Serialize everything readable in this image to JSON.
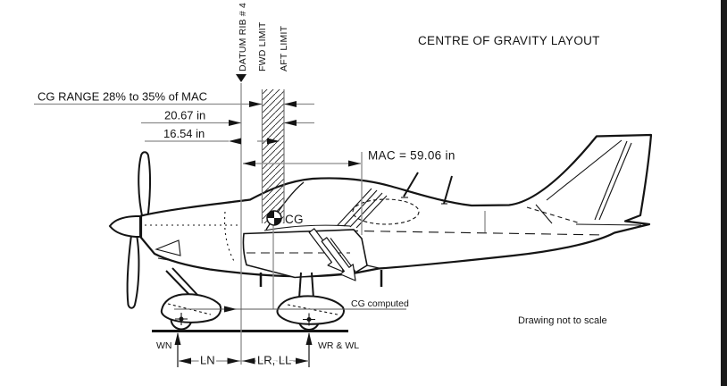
{
  "title": "CENTRE OF GRAVITY LAYOUT",
  "note": "Drawing not to scale",
  "datum": {
    "label": "DATUM RIB # 4"
  },
  "limits": {
    "fwd": "FWD LIMIT",
    "aft": "AFT LIMIT"
  },
  "dims": {
    "cg_range": "CG RANGE 28% to 35% of MAC",
    "datum_to_aft": "20.67 in",
    "datum_to_fwd": "16.54 in",
    "mac": "MAC = 59.06 in"
  },
  "cg": {
    "marker": "CG",
    "computed": "CG computed"
  },
  "gear": {
    "nose_weight": "WN",
    "nose_arm": "LN",
    "main_arm": "LR, LL",
    "main_weight": "WR & WL"
  },
  "colors": {
    "ink": "#141414",
    "dimension_line": "#8c8c8c",
    "background": "#ffffff",
    "page_border": "#1a1a1a"
  }
}
